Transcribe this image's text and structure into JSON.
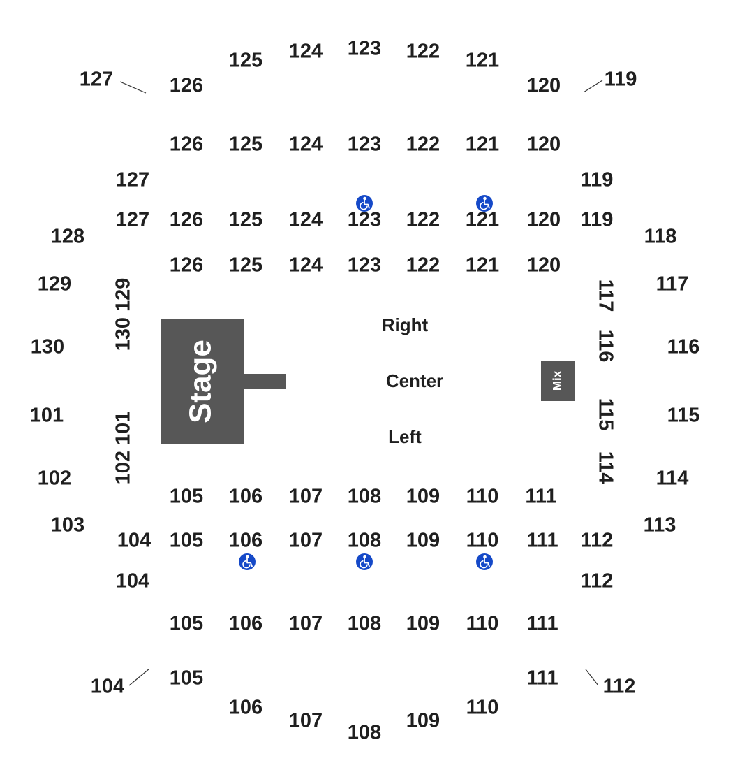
{
  "colors": {
    "stage": "#575757",
    "mix": "#575757",
    "label": "#1f1f1f",
    "accessible": "#1549c8",
    "background": "#ffffff"
  },
  "stage": {
    "label": "Stage"
  },
  "mix": {
    "label": "Mix"
  },
  "floor_sections": {
    "right": "Right",
    "center": "Center",
    "left": "Left"
  },
  "sections": {
    "outer_top": [
      "127",
      "126",
      "125",
      "124",
      "123",
      "122",
      "121",
      "120",
      "119"
    ],
    "top_row_1": [
      "126",
      "125",
      "124",
      "123",
      "122",
      "121",
      "120"
    ],
    "top_side_1": [
      "127",
      "119"
    ],
    "top_row_2": [
      "127",
      "126",
      "125",
      "124",
      "123",
      "122",
      "121",
      "120",
      "119"
    ],
    "top_row_3": [
      "126",
      "125",
      "124",
      "123",
      "122",
      "121",
      "120"
    ],
    "left_outer": [
      "128",
      "129",
      "130",
      "101",
      "102",
      "103"
    ],
    "left_inner_vertical": [
      "130 129",
      "102 101"
    ],
    "right_outer": [
      "118",
      "117",
      "116",
      "115",
      "114",
      "113"
    ],
    "right_inner_vertical": [
      "117",
      "116",
      "115",
      "114"
    ],
    "bottom_row_1": [
      "105",
      "106",
      "107",
      "108",
      "109",
      "110",
      "111"
    ],
    "bottom_row_2": [
      "104",
      "105",
      "106",
      "107",
      "108",
      "109",
      "110",
      "111",
      "112"
    ],
    "bottom_side_1": [
      "104",
      "112"
    ],
    "bottom_row_3": [
      "105",
      "106",
      "107",
      "108",
      "109",
      "110",
      "111"
    ],
    "outer_bottom": [
      "104",
      "105",
      "106",
      "107",
      "108",
      "109",
      "110",
      "111",
      "112"
    ]
  },
  "accessible_icons": [
    "wheelchair-icon",
    "wheelchair-icon",
    "wheelchair-icon",
    "wheelchair-icon",
    "wheelchair-icon"
  ]
}
